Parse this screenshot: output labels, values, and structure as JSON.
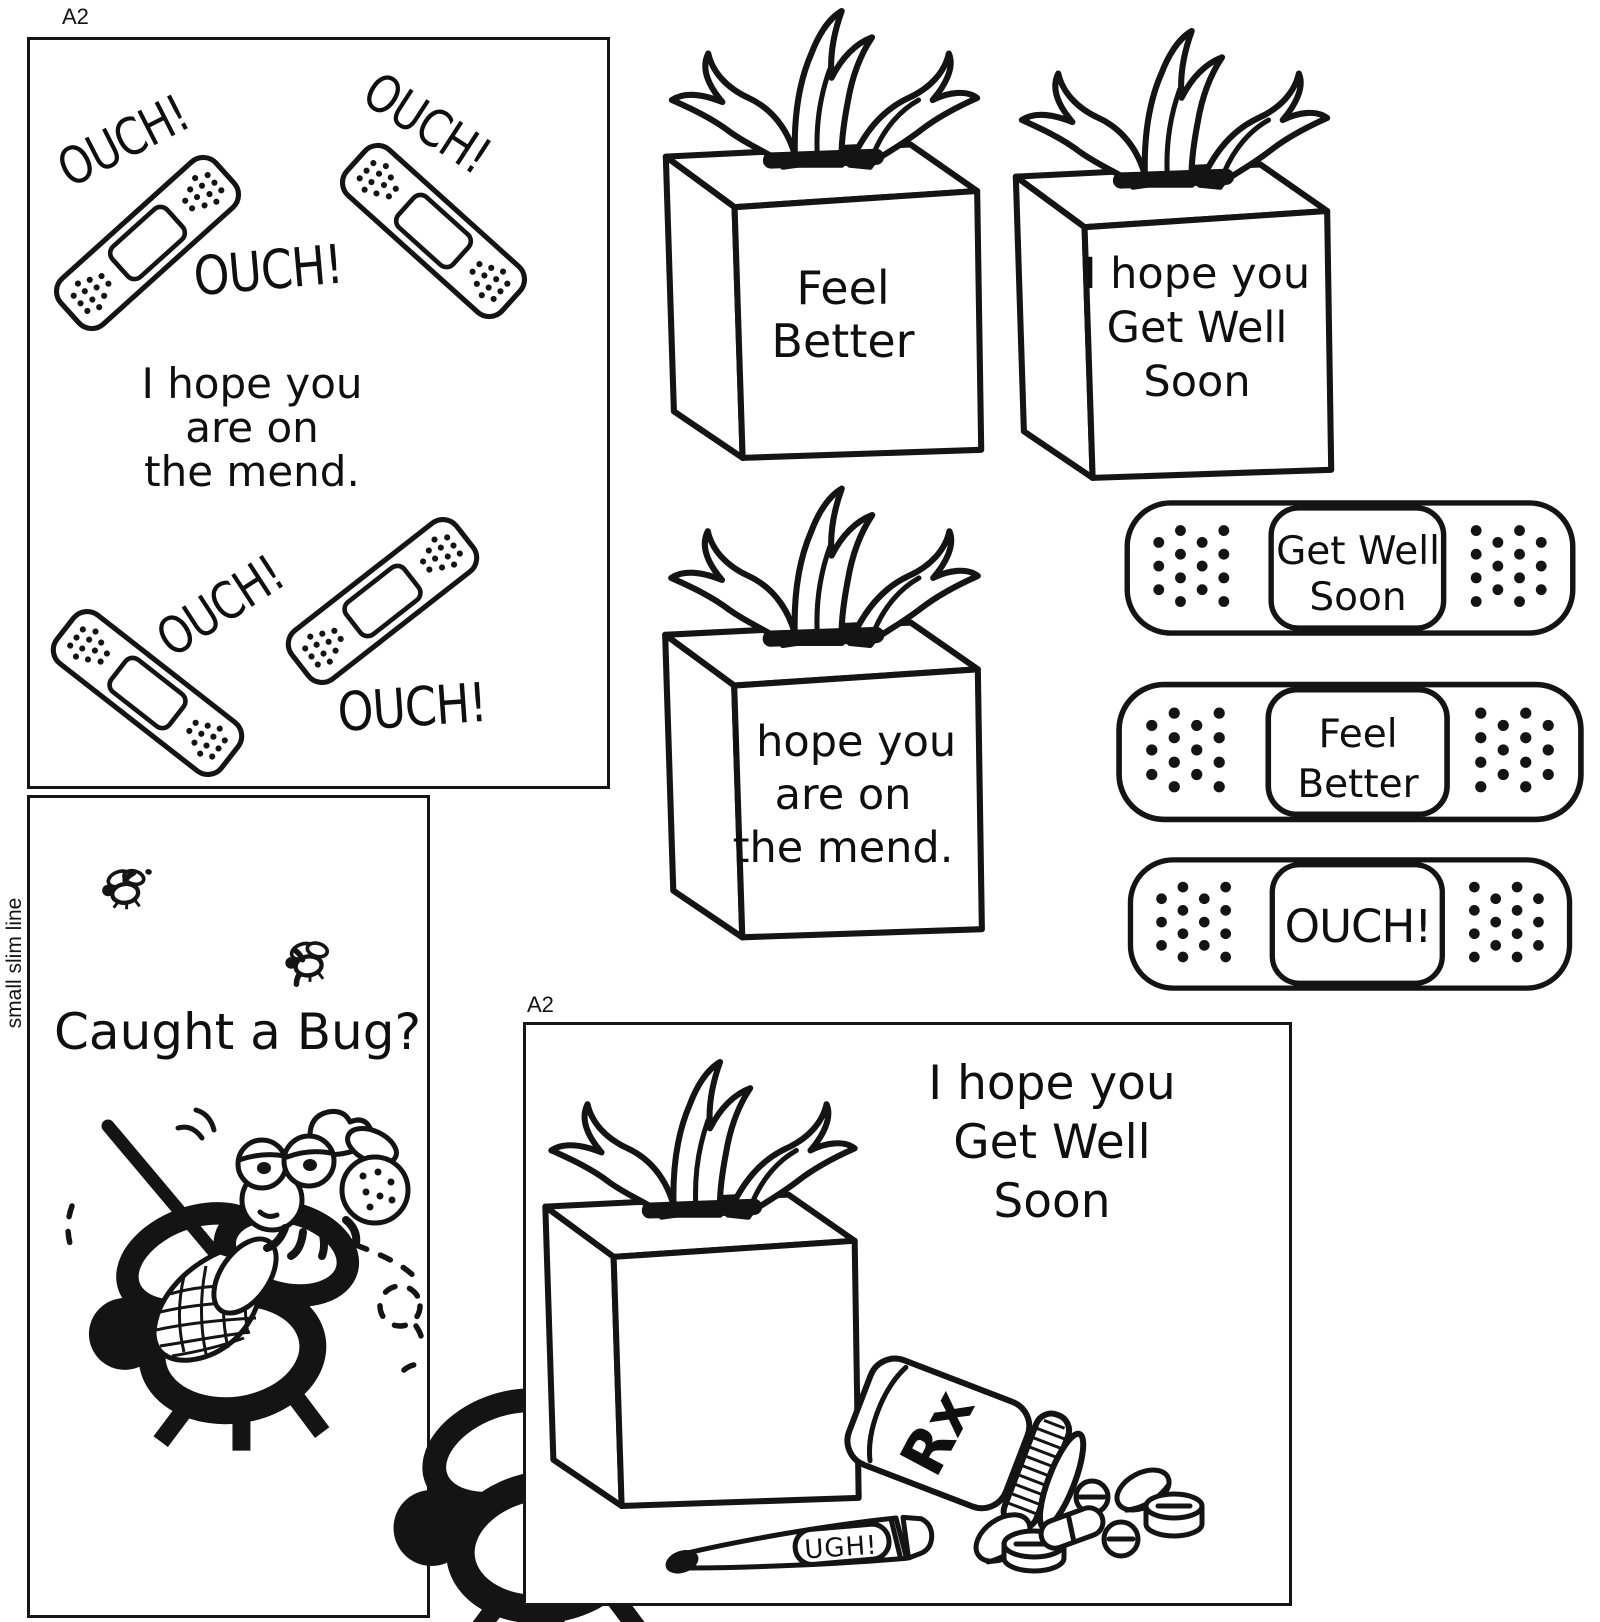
{
  "colors": {
    "background": "#ffffff",
    "ink": "#141414"
  },
  "cards": {
    "mend": {
      "tag": "A2",
      "ouch": "OUCH!",
      "sentiment": [
        "I hope you",
        "are on",
        "the mend."
      ]
    },
    "bug": {
      "edge_label": "small slim line",
      "title": "Caught a Bug?"
    },
    "getwell": {
      "tag": "A2",
      "sentiment": [
        "I hope you",
        "Get Well",
        "Soon"
      ],
      "rx_label": "Rx",
      "thermometer_label": "UGH!"
    }
  },
  "tissue_boxes": {
    "feel_better": {
      "lines": [
        "Feel",
        "Better"
      ]
    },
    "get_well": {
      "lines": [
        "I hope you",
        "Get Well",
        "Soon"
      ]
    },
    "mend": {
      "lines": [
        "I hope you",
        "are on",
        "the mend."
      ]
    }
  },
  "bandaid_stickers": {
    "get_well": {
      "lines": [
        "Get Well",
        "Soon"
      ]
    },
    "feel_better": {
      "lines": [
        "Feel",
        "Better"
      ]
    },
    "ouch": {
      "lines": [
        "OUCH!"
      ]
    }
  }
}
